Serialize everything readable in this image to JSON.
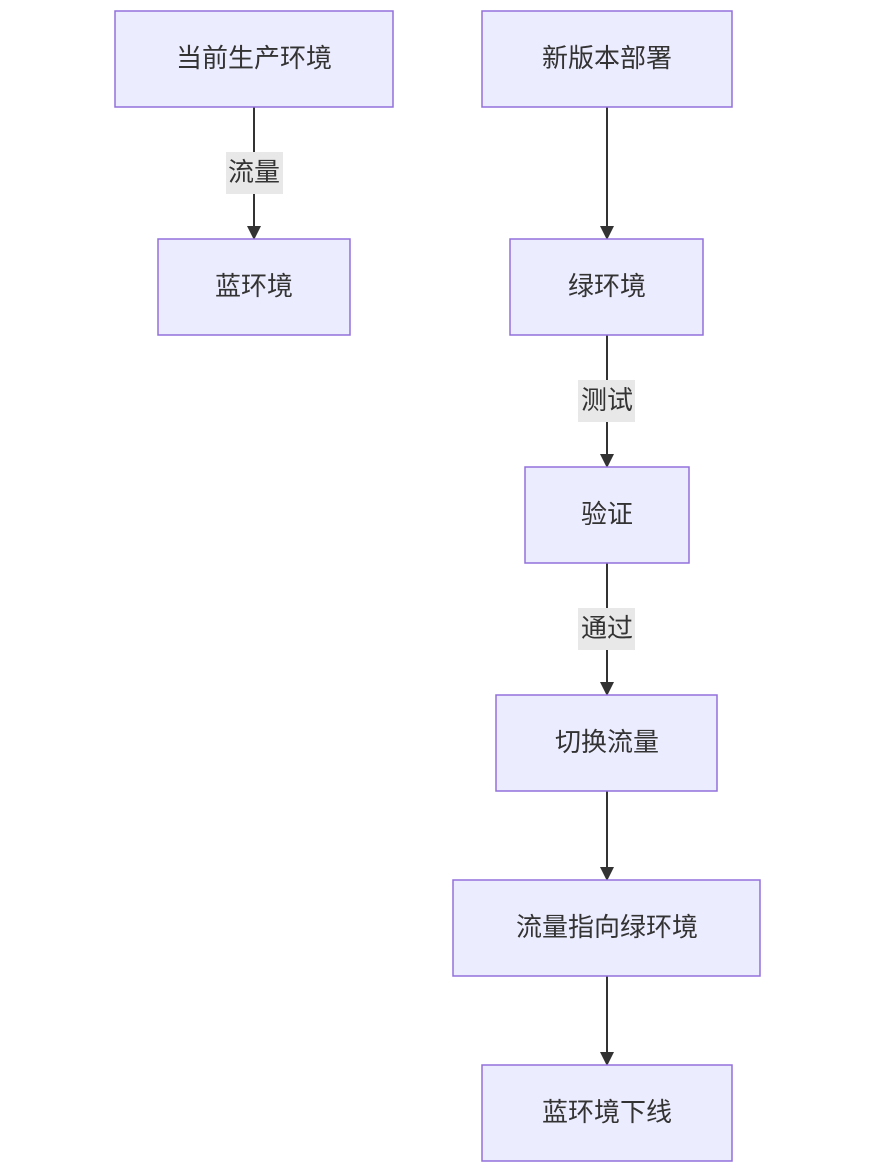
{
  "nodes": {
    "current_prod": "当前生产环境",
    "blue_env": "蓝环境",
    "new_version": "新版本部署",
    "green_env": "绿环境",
    "verify": "验证",
    "switch_traffic": "切换流量",
    "traffic_to_green": "流量指向绿环境",
    "blue_offline": "蓝环境下线"
  },
  "edges": {
    "current_to_blue": "流量",
    "green_to_verify": "测试",
    "verify_to_switch": "通过"
  }
}
